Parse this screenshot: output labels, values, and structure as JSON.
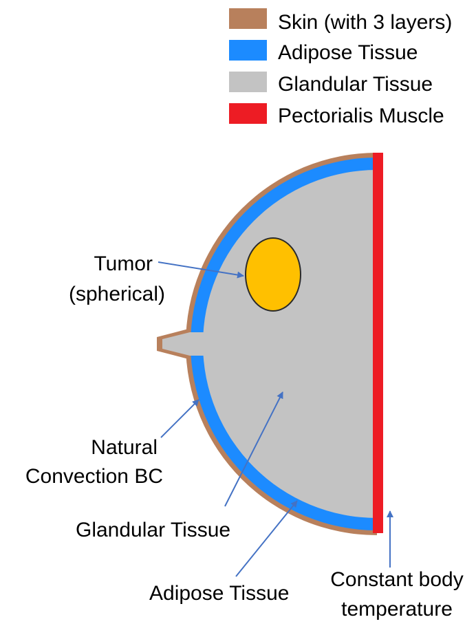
{
  "colors": {
    "skin": "#b8805c",
    "adipose": "#1c8bff",
    "glandular": "#c3c3c3",
    "muscle": "#ed1c24",
    "tumor": "#ffc000",
    "arrow": "#4472c4"
  },
  "legend": {
    "items": [
      {
        "label": "Skin (with 3 layers)"
      },
      {
        "label": "Adipose Tissue"
      },
      {
        "label": "Glandular Tissue"
      },
      {
        "label": "Pectorialis Muscle"
      }
    ]
  },
  "callouts": {
    "tumor": {
      "line1": "Tumor",
      "line2": "(spherical)"
    },
    "convection": {
      "line1": "Natural",
      "line2": "Convection BC"
    },
    "glandular": {
      "line1": "Glandular Tissue"
    },
    "adipose": {
      "line1": "Adipose Tissue"
    },
    "body_temp": {
      "line1": "Constant body",
      "line2": "temperature"
    }
  }
}
